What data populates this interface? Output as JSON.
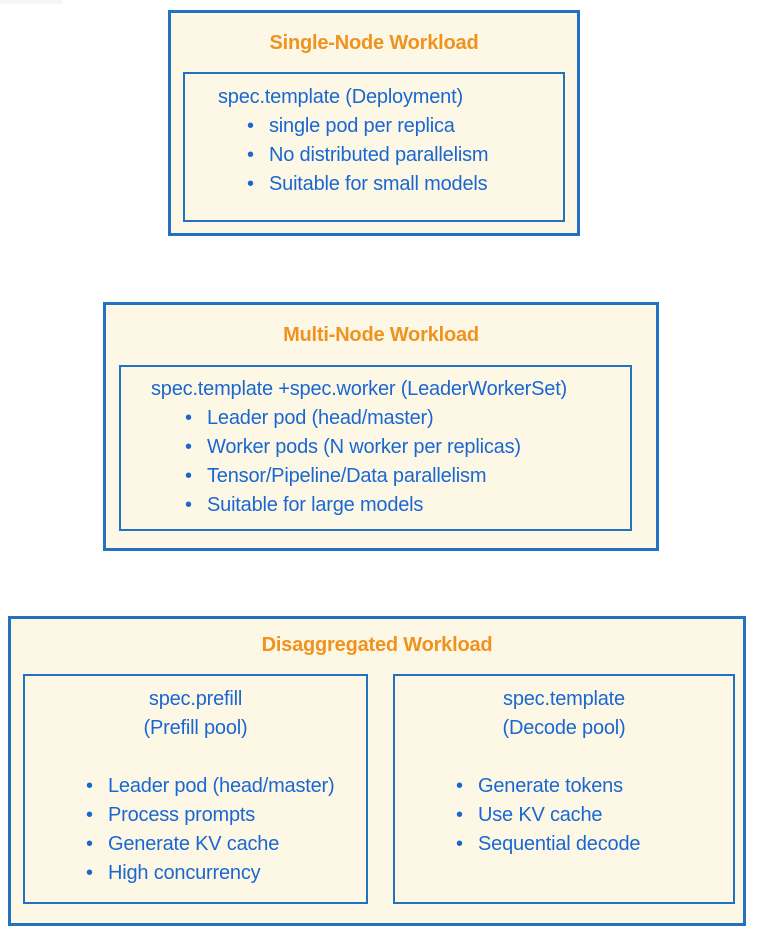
{
  "colors": {
    "box_fill": "#fdf8e6",
    "border_blue": "#2272c4",
    "text_blue": "#1a67d2",
    "title_orange": "#f0921e",
    "page_background": "#ffffff"
  },
  "boxes": [
    {
      "title": "Single-Node Workload",
      "panels": [
        {
          "header": "spec.template (Deployment)",
          "items": [
            "single pod per replica",
            "No distributed parallelism",
            "Suitable for small models"
          ]
        }
      ]
    },
    {
      "title": "Multi-Node Workload",
      "panels": [
        {
          "header": "spec.template +spec.worker (LeaderWorkerSet)",
          "items": [
            "Leader pod (head/master)",
            "Worker pods (N worker per replicas)",
            "Tensor/Pipeline/Data parallelism",
            "Suitable for large models"
          ]
        }
      ]
    },
    {
      "title": "Disaggregated Workload",
      "panels": [
        {
          "header_line1": "spec.prefill",
          "header_line2": "(Prefill pool)",
          "items": [
            "Leader pod (head/master)",
            "Process prompts",
            "Generate KV cache",
            "High concurrency"
          ]
        },
        {
          "header_line1": "spec.template",
          "header_line2": "(Decode pool)",
          "items": [
            "Generate tokens",
            "Use KV cache",
            "Sequential decode"
          ]
        }
      ]
    }
  ]
}
